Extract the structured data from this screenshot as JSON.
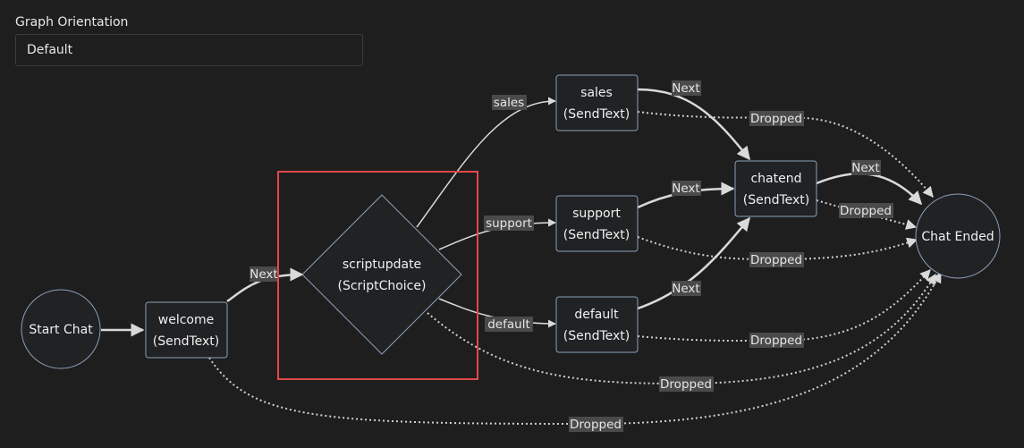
{
  "orientation": {
    "label": "Graph Orientation",
    "value": "Default"
  },
  "nodes": {
    "start": {
      "line1": "Start Chat"
    },
    "welcome": {
      "line1": "welcome",
      "line2": "(SendText)"
    },
    "scriptupdate": {
      "line1": "scriptupdate",
      "line2": "(ScriptChoice)"
    },
    "sales": {
      "line1": "sales",
      "line2": "(SendText)"
    },
    "support": {
      "line1": "support",
      "line2": "(SendText)"
    },
    "default": {
      "line1": "default",
      "line2": "(SendText)"
    },
    "chatend": {
      "line1": "chatend",
      "line2": "(SendText)"
    },
    "ended": {
      "line1": "Chat Ended"
    }
  },
  "edges": {
    "welcome_next": "Next",
    "welcome_dropped": "Dropped",
    "script_sales": "sales",
    "script_support": "support",
    "script_default": "default",
    "script_dropped": "Dropped",
    "sales_next": "Next",
    "sales_dropped": "Dropped",
    "support_next": "Next",
    "support_dropped": "Dropped",
    "default_next": "Next",
    "default_dropped": "Dropped",
    "chatend_next": "Next",
    "chatend_dropped": "Dropped"
  },
  "colors": {
    "background": "#1e1e1e",
    "node_fill": "#202224",
    "node_stroke": "#8aa0b8",
    "edge": "#d9d9d9",
    "label_bg": "#4a4a4a",
    "highlight": "#e04848"
  }
}
